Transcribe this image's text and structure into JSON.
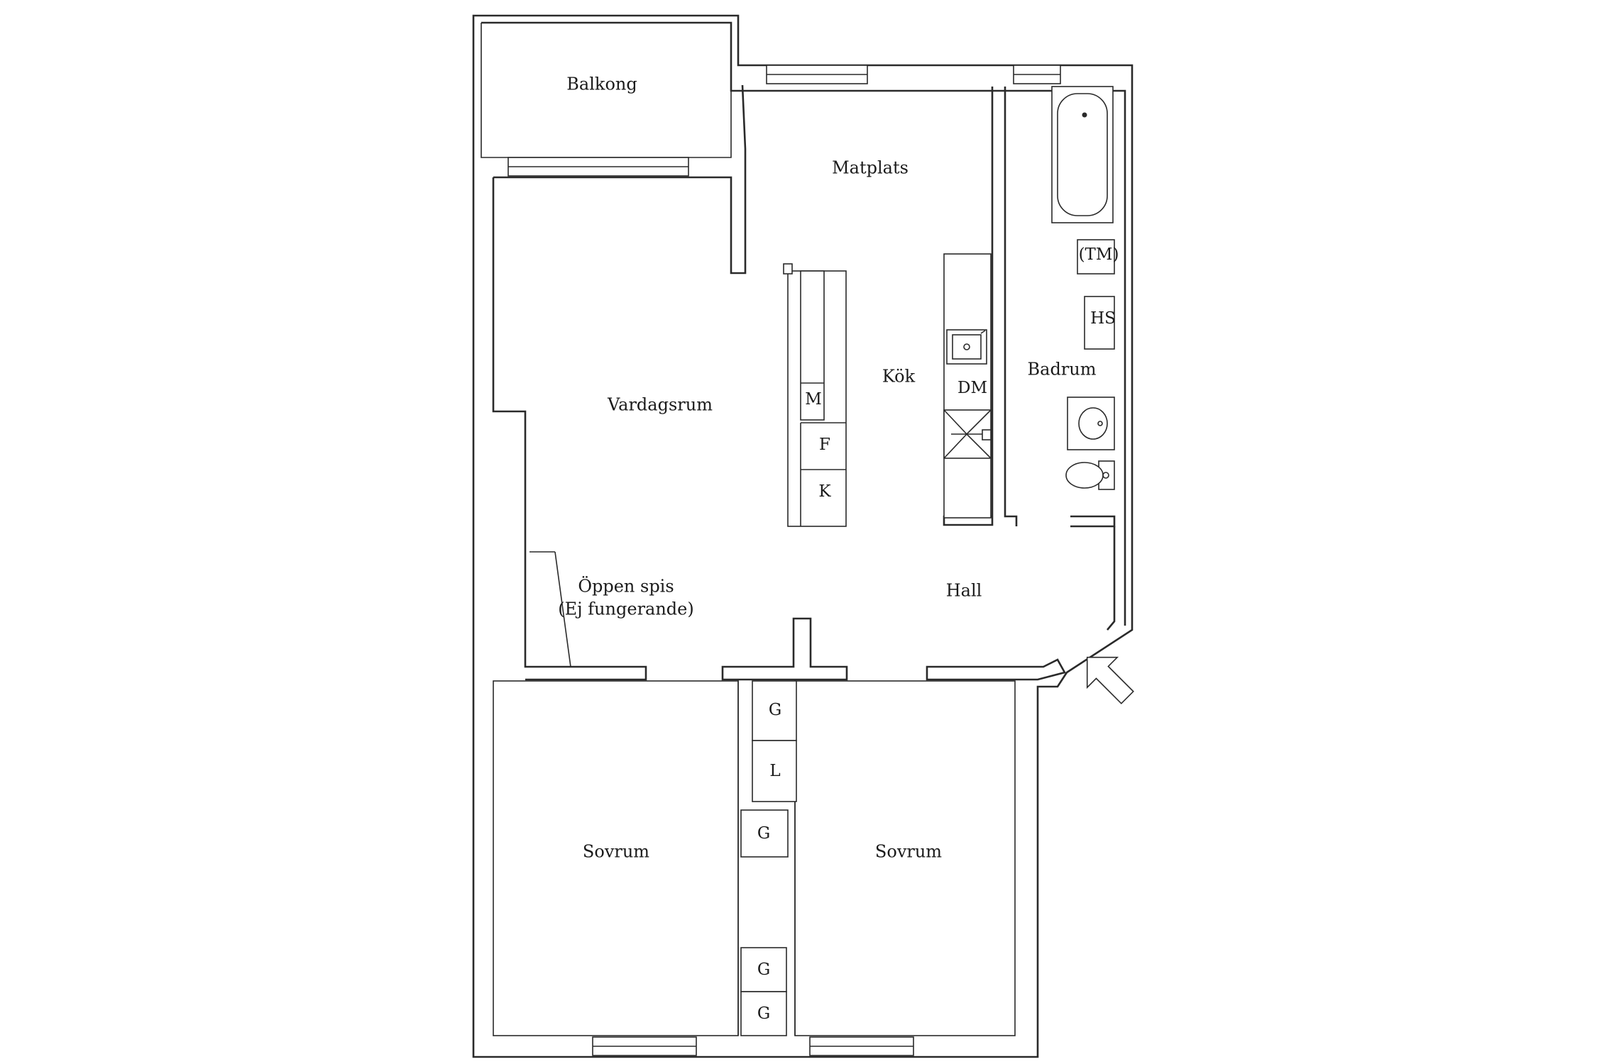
{
  "rooms": {
    "balkong": "Balkong",
    "matplats": "Matplats",
    "vardagsrum": "Vardagsrum",
    "kok": "Kök",
    "badrum": "Badrum",
    "oppen_spis_1": "Öppen spis",
    "oppen_spis_2": "(Ej fungerande)",
    "hall": "Hall",
    "sovrum_left": "Sovrum",
    "sovrum_right": "Sovrum"
  },
  "fixtures": {
    "tm": "(TM)",
    "hs": "HS",
    "dm": "DM",
    "m": "M",
    "f": "F",
    "k": "K",
    "g1": "G",
    "l": "L",
    "g2": "G",
    "g3": "G",
    "g4": "G"
  },
  "icons": {
    "entrance": "entrance-arrow-icon",
    "bathtub": "bathtub-icon",
    "sink": "kitchen-sink-icon",
    "stove": "stove-icon",
    "washbasin": "washbasin-icon",
    "toilet": "toilet-icon"
  },
  "colors": {
    "line": "#2a2a2a",
    "background": "#ffffff"
  }
}
